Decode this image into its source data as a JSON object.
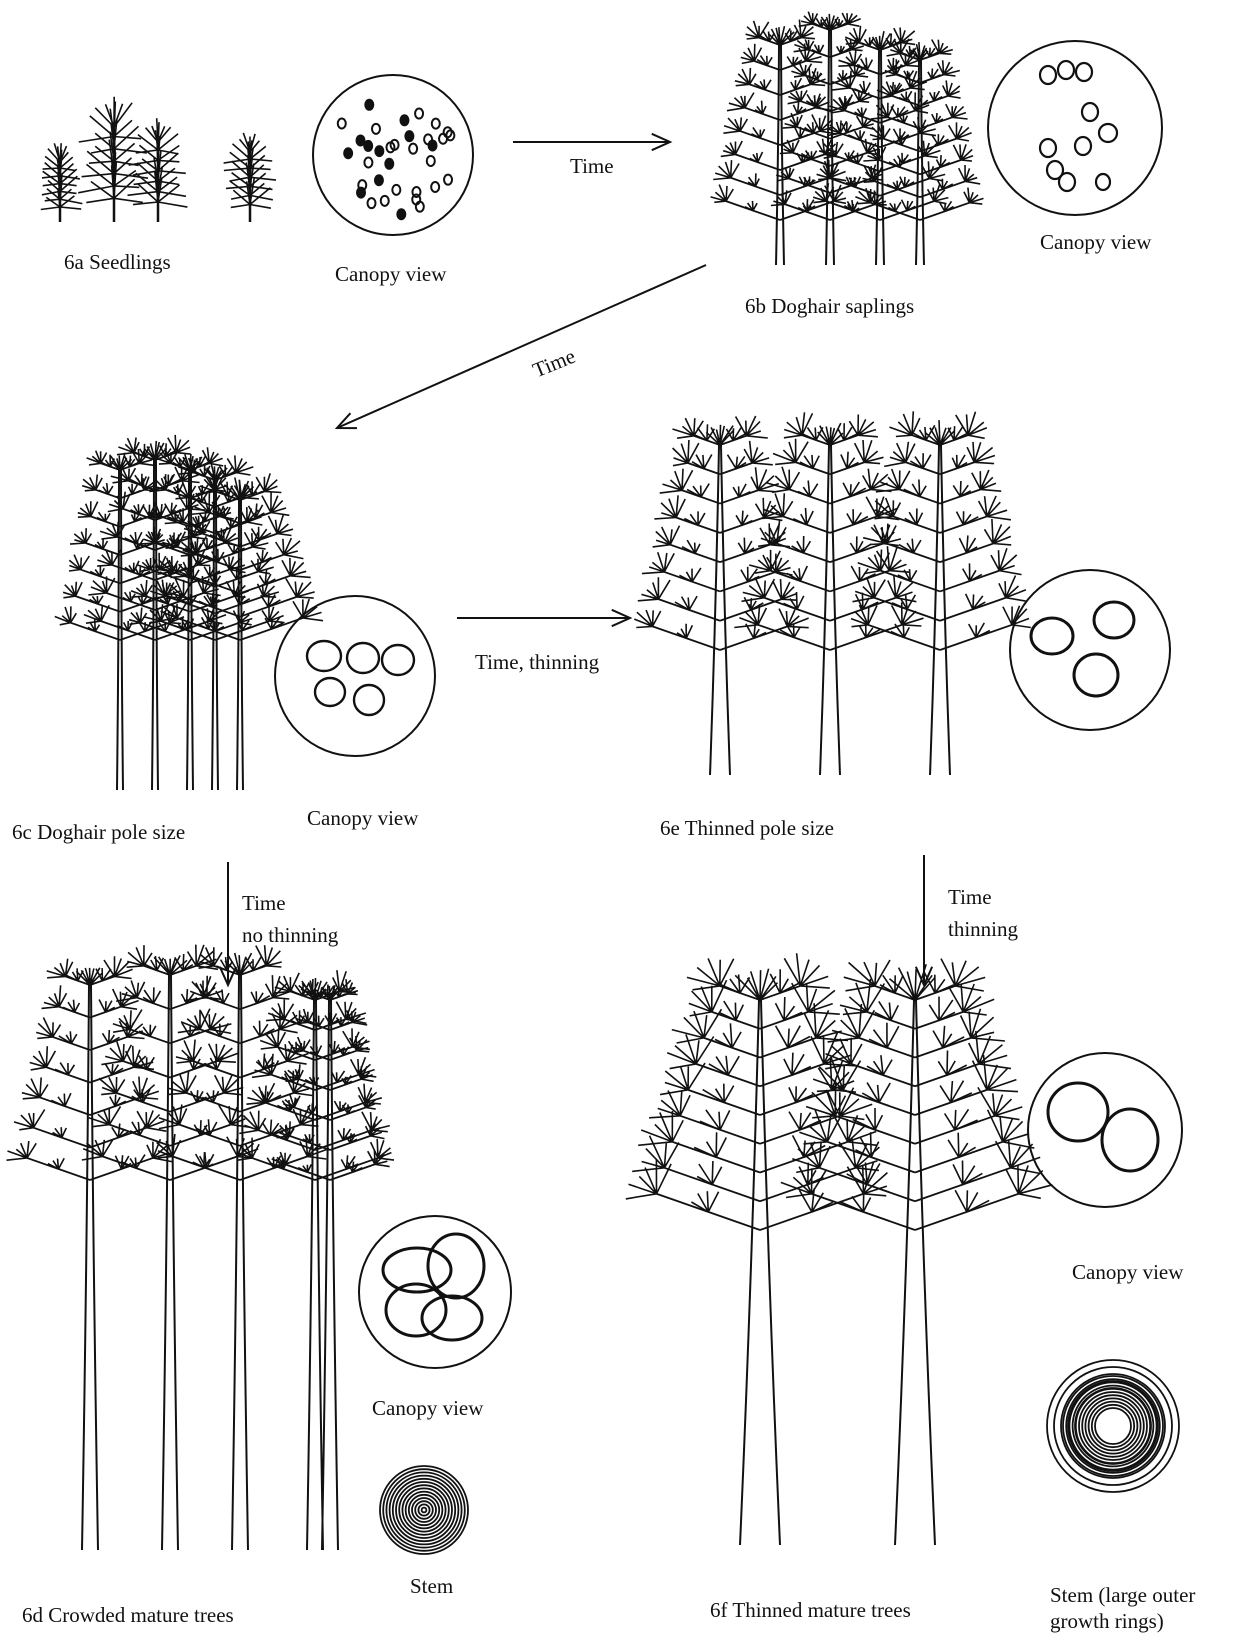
{
  "panels": {
    "a": {
      "label": "6a Seedlings",
      "canopy_label": "Canopy view"
    },
    "b": {
      "label": "6b  Doghair saplings",
      "canopy_label": "Canopy view"
    },
    "c": {
      "label": "6c  Doghair pole size",
      "canopy_label": "Canopy view"
    },
    "d": {
      "label": "6d  Crowded mature trees",
      "canopy_label": "Canopy view",
      "stem_label": "Stem"
    },
    "e": {
      "label": "6e  Thinned pole size"
    },
    "f": {
      "label": "6f Thinned mature trees",
      "canopy_label": "Canopy view",
      "stem_label_line1": "Stem (large outer",
      "stem_label_line2": "growth rings)"
    }
  },
  "arrows": {
    "a_to_b": "Time",
    "b_to_c": "Time",
    "c_to_e": "Time, thinning",
    "c_to_d_line1": "Time",
    "c_to_d_line2": "no thinning",
    "e_to_f_line1": "Time",
    "e_to_f_line2": "thinning"
  },
  "colors": {
    "ink": "#111111",
    "paper": "#ffffff"
  }
}
